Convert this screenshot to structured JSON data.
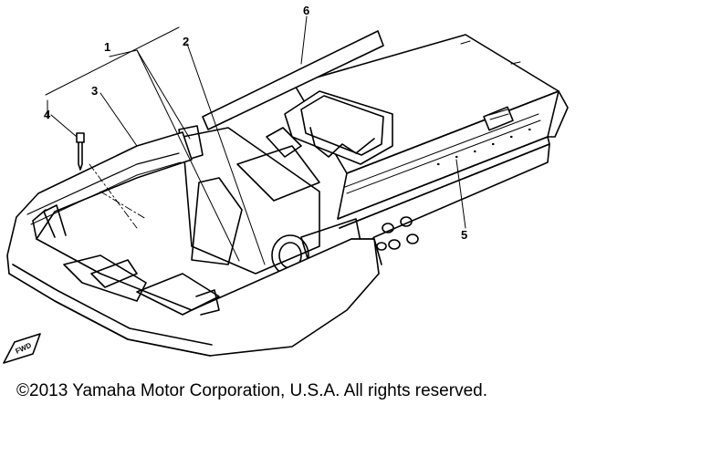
{
  "diagram": {
    "callouts": [
      "1",
      "2",
      "3",
      "4",
      "5",
      "6"
    ],
    "direction_label": "FWD"
  },
  "footer": {
    "copyright": "©2013 Yamaha Motor Corporation, U.S.A. All rights reserved."
  }
}
